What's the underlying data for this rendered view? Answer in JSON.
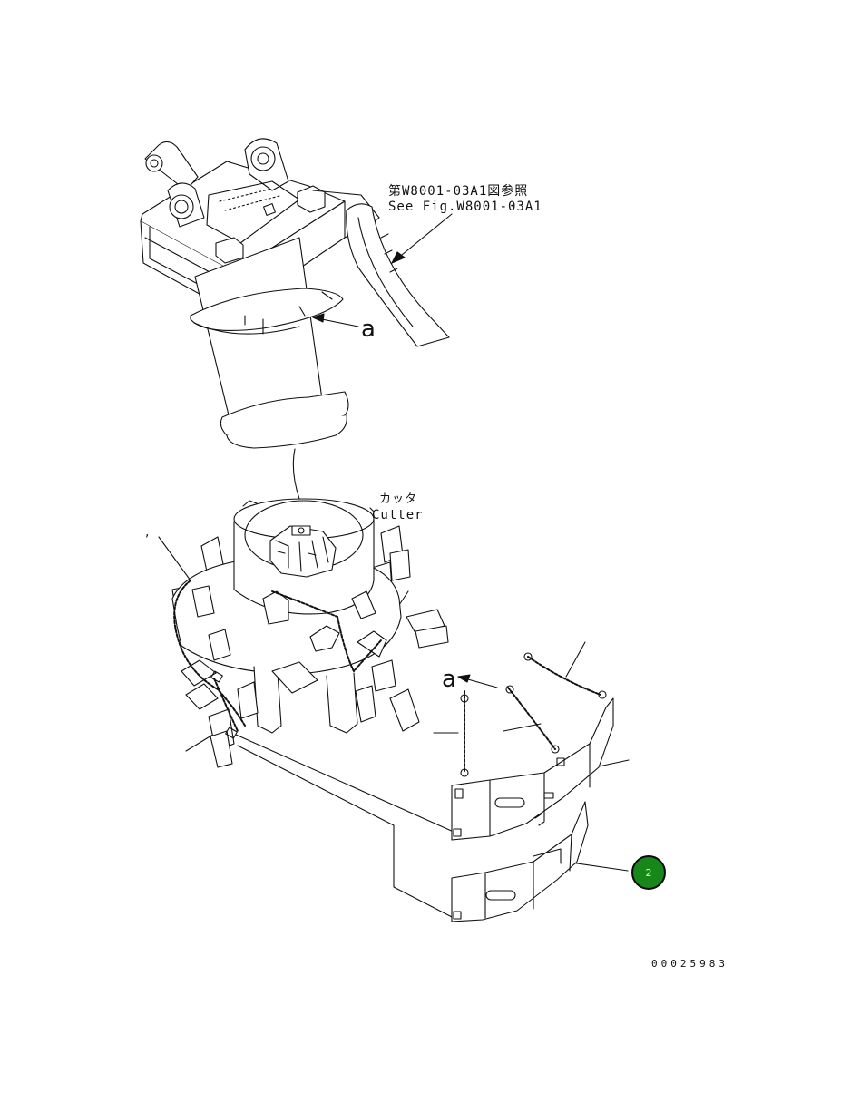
{
  "callouts": {
    "see_fig_jp": "第W8001-03A1図参照",
    "see_fig_en": "See Fig.W8001-03A1",
    "cutter_jp": "カッタ",
    "cutter_en": "Cutter",
    "ref_a_top": "a",
    "ref_a_chain": "a",
    "stray_mark": ","
  },
  "part_badge": {
    "number": "2",
    "color": "#17871a"
  },
  "document_number": "00025983",
  "colors": {
    "line": "#111111",
    "background": "#ffffff"
  }
}
